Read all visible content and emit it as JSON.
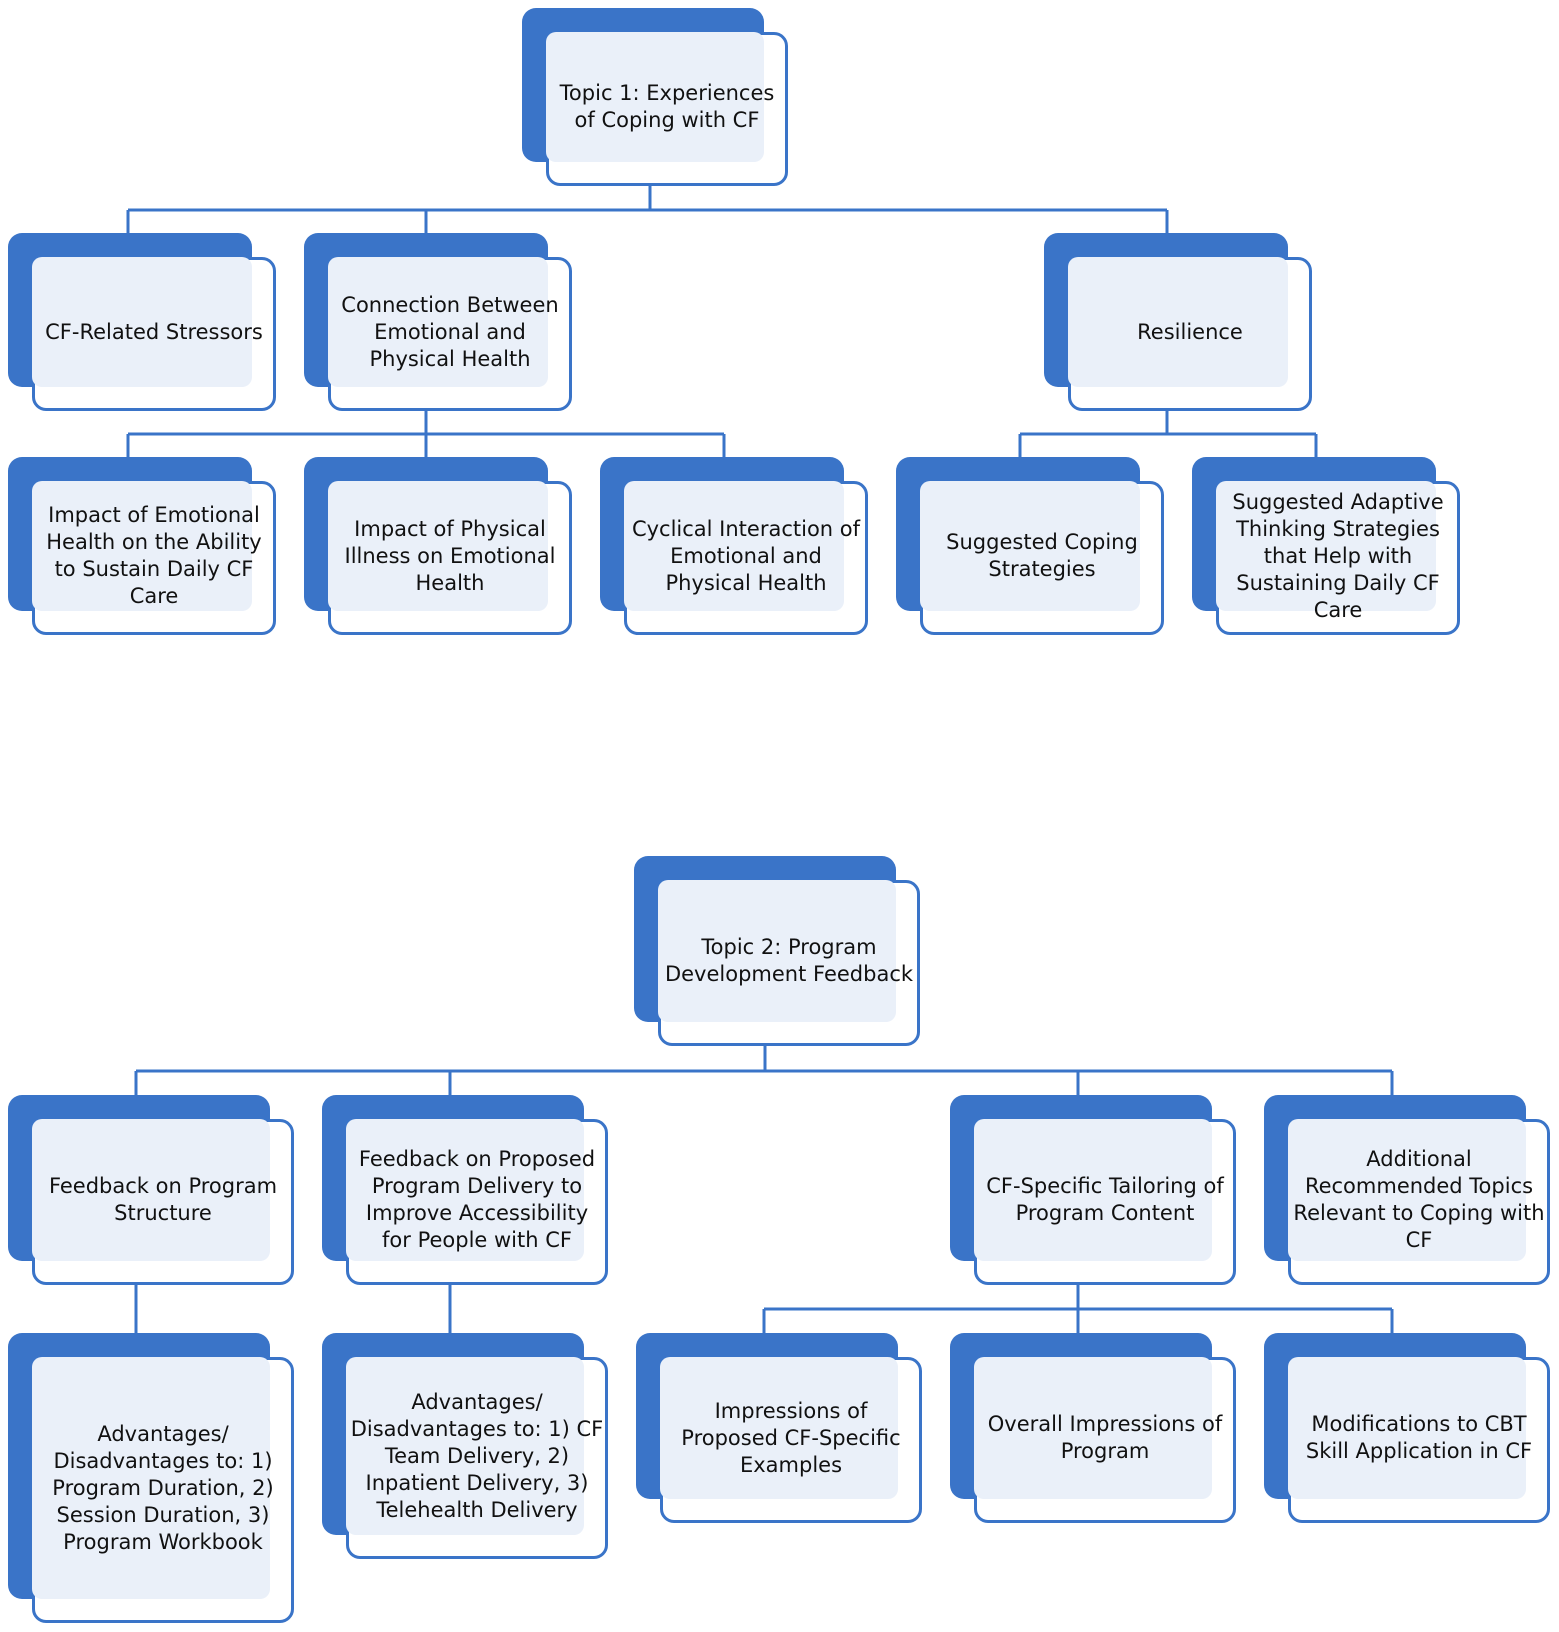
{
  "diagram": {
    "topic1": {
      "root": "Topic 1: Experiences of Coping with CF",
      "stressors": "CF-Related Stressors",
      "connection": "Connection Between Emotional and Physical Health",
      "resilience": "Resilience",
      "impact_emotional": "Impact of Emotional Health on the Ability to Sustain Daily CF Care",
      "impact_physical": "Impact of Physical Illness on Emotional Health",
      "cyclical": "Cyclical Interaction of Emotional and Physical Health",
      "coping": "Suggested Coping Strategies",
      "adaptive": "Suggested Adaptive Thinking Strategies that Help with Sustaining Daily CF Care"
    },
    "topic2": {
      "root": "Topic 2: Program Development Feedback",
      "structure": "Feedback on Program Structure",
      "delivery": "Feedback on Proposed Program Delivery to Improve Accessibility for People with CF",
      "tailoring": "CF-Specific Tailoring of Program Content",
      "additional": "Additional Recommended Topics Relevant to Coping with CF",
      "structure_adv": "Advantages/ Disadvantages to: 1) Program Duration, 2) Session Duration, 3) Program Workbook",
      "delivery_adv": "Advantages/ Disadvantages to: 1) CF Team Delivery, 2) Inpatient Delivery, 3) Telehealth Delivery",
      "examples": "Impressions of Proposed CF-Specific Examples",
      "overall": "Overall Impressions of Program",
      "modifications": "Modifications to CBT Skill Application in CF"
    },
    "colors": {
      "accent": "#3a74c8",
      "fill": "#eaf0f9",
      "text": "#111111"
    }
  }
}
